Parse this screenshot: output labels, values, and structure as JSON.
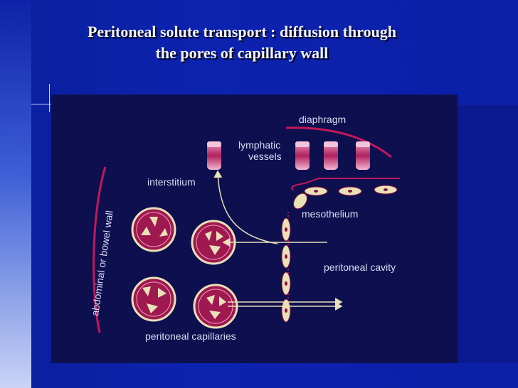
{
  "slide": {
    "title_line1": "Peritoneal solute transport : diffusion through",
    "title_line2": "the pores of  capillary wall"
  },
  "diagram": {
    "labels": {
      "diaphragm": "diaphragm",
      "lymphatic_line1": "lymphatic",
      "lymphatic_line2": "vessels",
      "interstitium": "interstitium",
      "mesothelium": "mesothelium",
      "peritoneal_cavity": "peritoneal cavity",
      "abdominal_wall": "abdominal or bowel wall",
      "peritoneal_capillaries": "peritoneal capillaries"
    },
    "colors": {
      "panel": "#0d0f4e",
      "membrane": "#c2185b",
      "cell": "#e9e1b8",
      "vessel": "#a01850",
      "arrow": "#e9e1b8",
      "text": "#d9ddf5"
    }
  }
}
